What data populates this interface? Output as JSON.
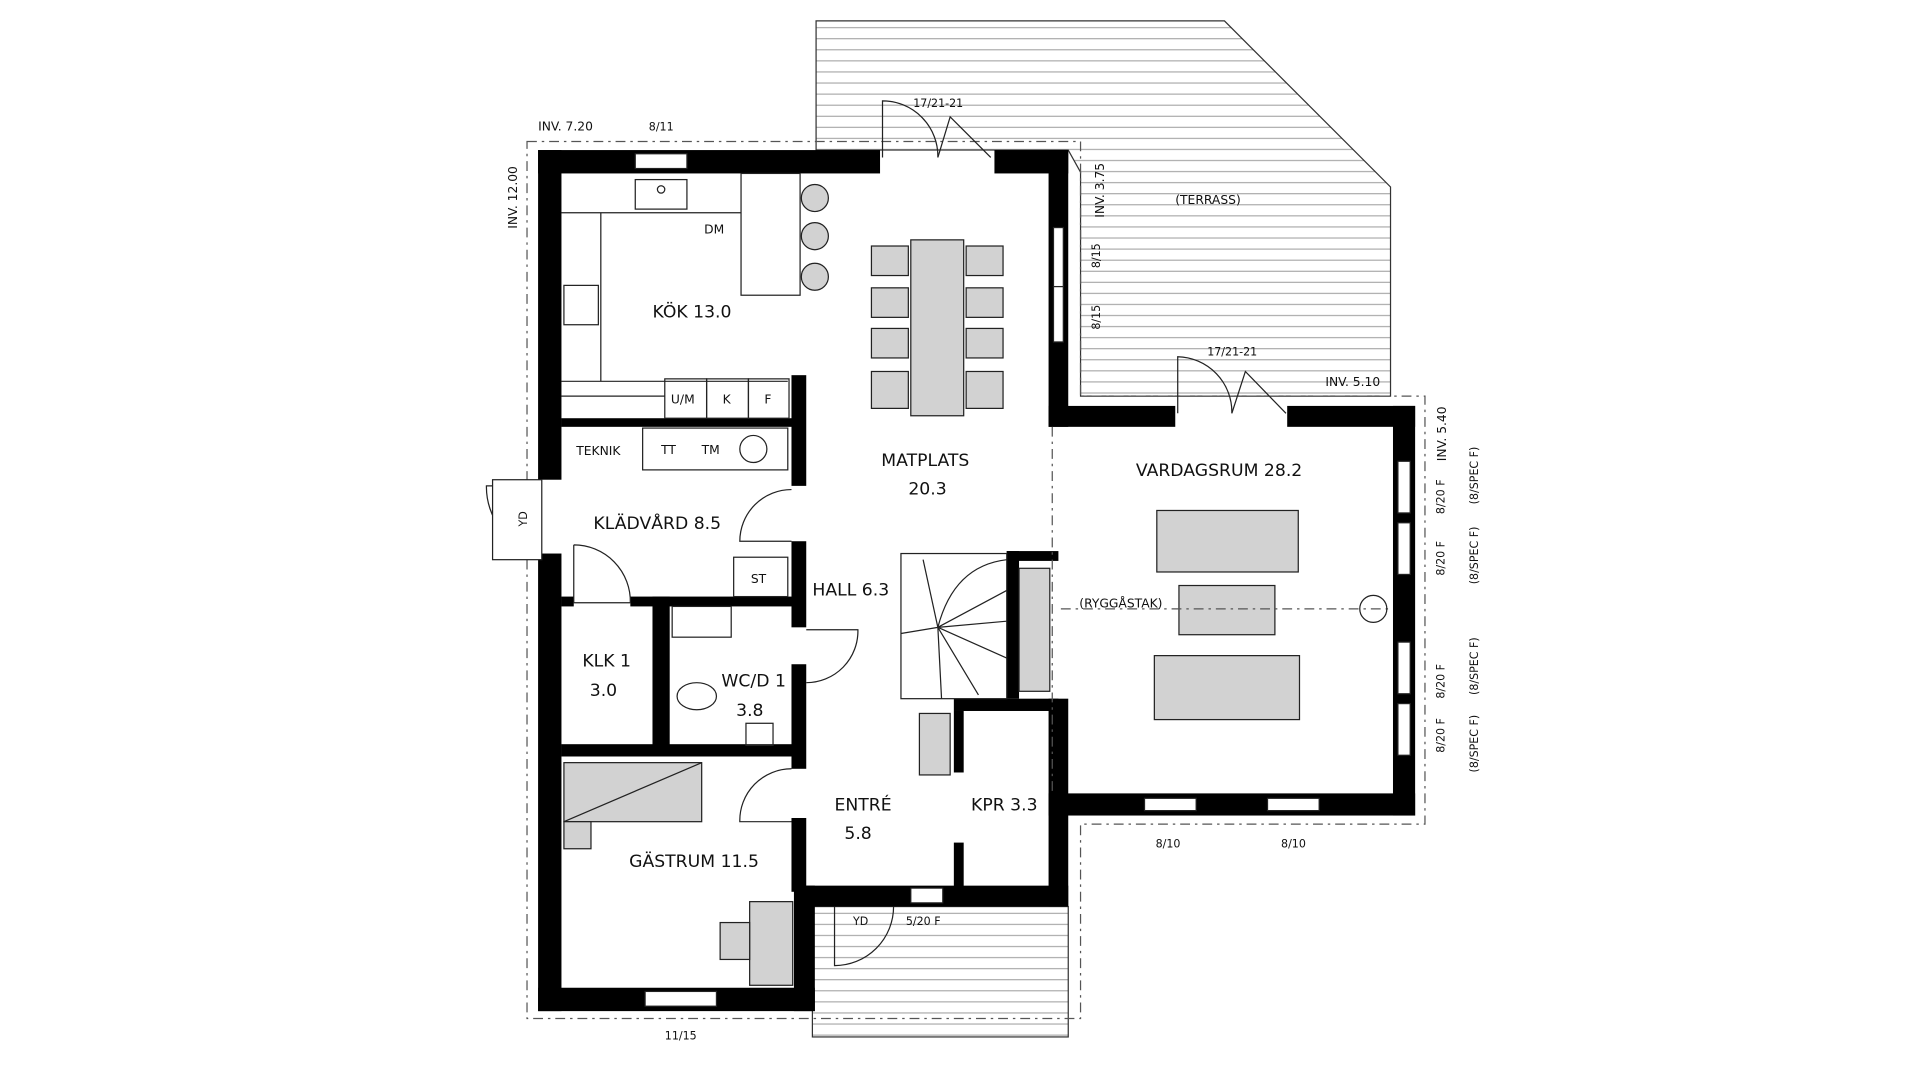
{
  "rooms": {
    "kok": "KÖK 13.0",
    "matplats": "MATPLATS",
    "matplats_area": "20.3",
    "vardagsrum": "VARDAGSRUM 28.2",
    "teknik": "TEKNIK",
    "kladvard": "KLÄDVÅRD 8.5",
    "hall": "HALL 6.3",
    "klk": "KLK 1",
    "klk_area": "3.0",
    "wcd": "WC/D 1",
    "wcd_area": "3.8",
    "entre": "ENTRÉ",
    "entre_area": "5.8",
    "kpr": "KPR 3.3",
    "gastrum": "GÄSTRUM 11.5",
    "terrass": "(TERRASS)",
    "ryggastak": "(RYGGÅSTAK)"
  },
  "fixtures": {
    "dm": "DM",
    "um": "U/M",
    "k": "K",
    "f": "F",
    "tt": "TT",
    "tm": "TM",
    "st": "ST",
    "yd_left": "YD",
    "yd_bottom": "YD"
  },
  "annotations": {
    "inv_720": "INV. 7.20",
    "inv_1200": "INV. 12.00",
    "inv_375": "INV. 3.75",
    "inv_510": "INV. 5.10",
    "inv_540": "INV. 5.40",
    "win_811": "8/11",
    "door_top": "17/21-21",
    "door_terrace": "17/21-21",
    "win_815_a": "8/15",
    "win_815_b": "8/15",
    "win_820f_1": "8/20 F",
    "win_820f_2": "8/20 F",
    "win_820f_3": "8/20 F",
    "win_820f_4": "8/20 F",
    "spec_1": "(8/SPEC F)",
    "spec_2": "(8/SPEC F)",
    "spec_3": "(8/SPEC F)",
    "spec_4": "(8/SPEC F)",
    "win_810_a": "8/10",
    "win_810_b": "8/10",
    "door_520f": "5/20 F",
    "win_1115": "11/15"
  }
}
